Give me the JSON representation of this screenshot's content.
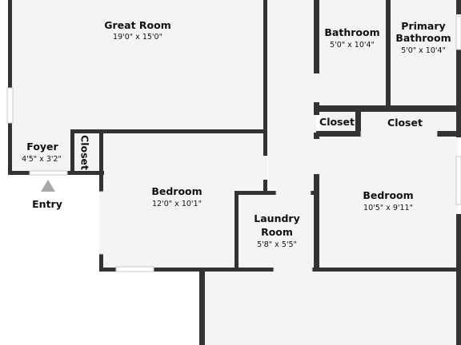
{
  "rooms": {
    "great_room": {
      "name": "Great Room",
      "dims": "19'0\" x 15'0\""
    },
    "bathroom": {
      "name": "Bathroom",
      "dims": "5'0\" x 10'4\""
    },
    "primary_bathroom": {
      "name_line1": "Primary",
      "name_line2": "Bathroom",
      "dims": "5'0\" x 10'4\""
    },
    "closet_small": {
      "name": "Closet"
    },
    "closet_wide": {
      "name": "Closet"
    },
    "foyer": {
      "name": "Foyer",
      "dims": "4'5\" x 3'2\""
    },
    "closet_vertical": {
      "name": "Closet"
    },
    "bedroom_left": {
      "name": "Bedroom",
      "dims": "12'0\" x 10'1\""
    },
    "laundry_room": {
      "name_line1": "Laundry",
      "name_line2": "Room",
      "dims": "5'8\" x 5'5\""
    },
    "bedroom_right": {
      "name": "Bedroom",
      "dims": "10'5\" x 9'11\""
    }
  },
  "entry": {
    "label": "Entry"
  },
  "colors": {
    "wall": "#333333",
    "floor": "#f4f4f4",
    "window": "#d4d4d4",
    "entry_marker": "#a9a9a9"
  }
}
